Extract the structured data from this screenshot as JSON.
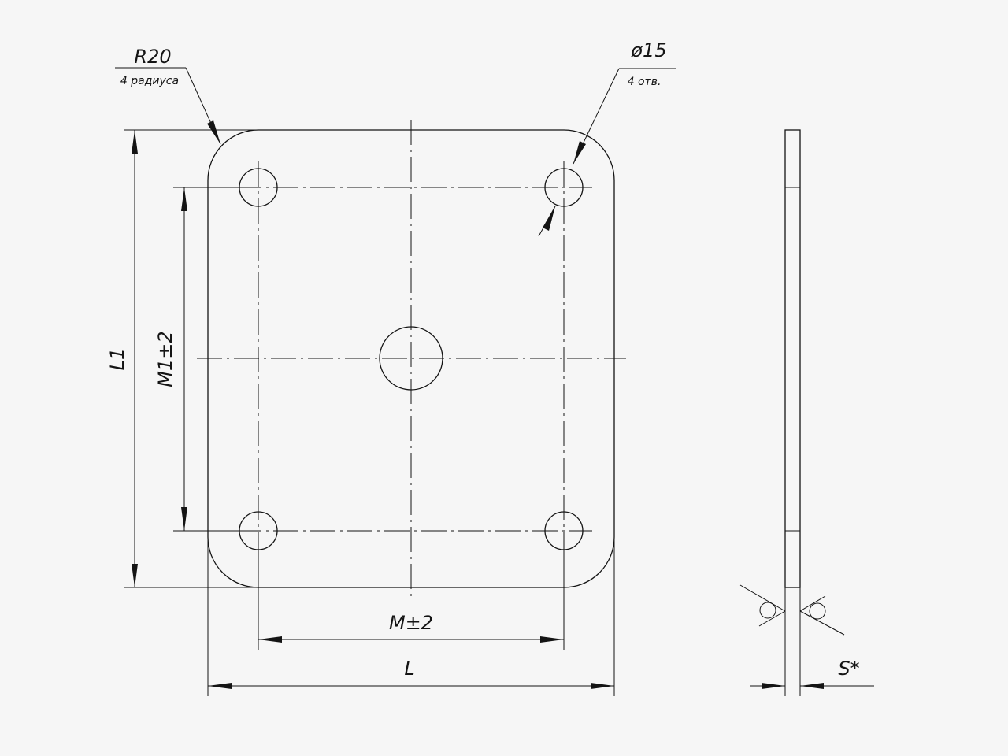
{
  "colors": {
    "background": "#f6f6f6",
    "line": "#141414"
  },
  "callouts": {
    "radius": {
      "value": "R20",
      "note": "4 радиуса"
    },
    "hole": {
      "value": "ø15",
      "note": "4 отв."
    }
  },
  "dimensions": {
    "height_outer": "L1",
    "height_holes": "M1±2",
    "width_holes": "M±2",
    "width_outer": "L",
    "thickness": "S*"
  }
}
